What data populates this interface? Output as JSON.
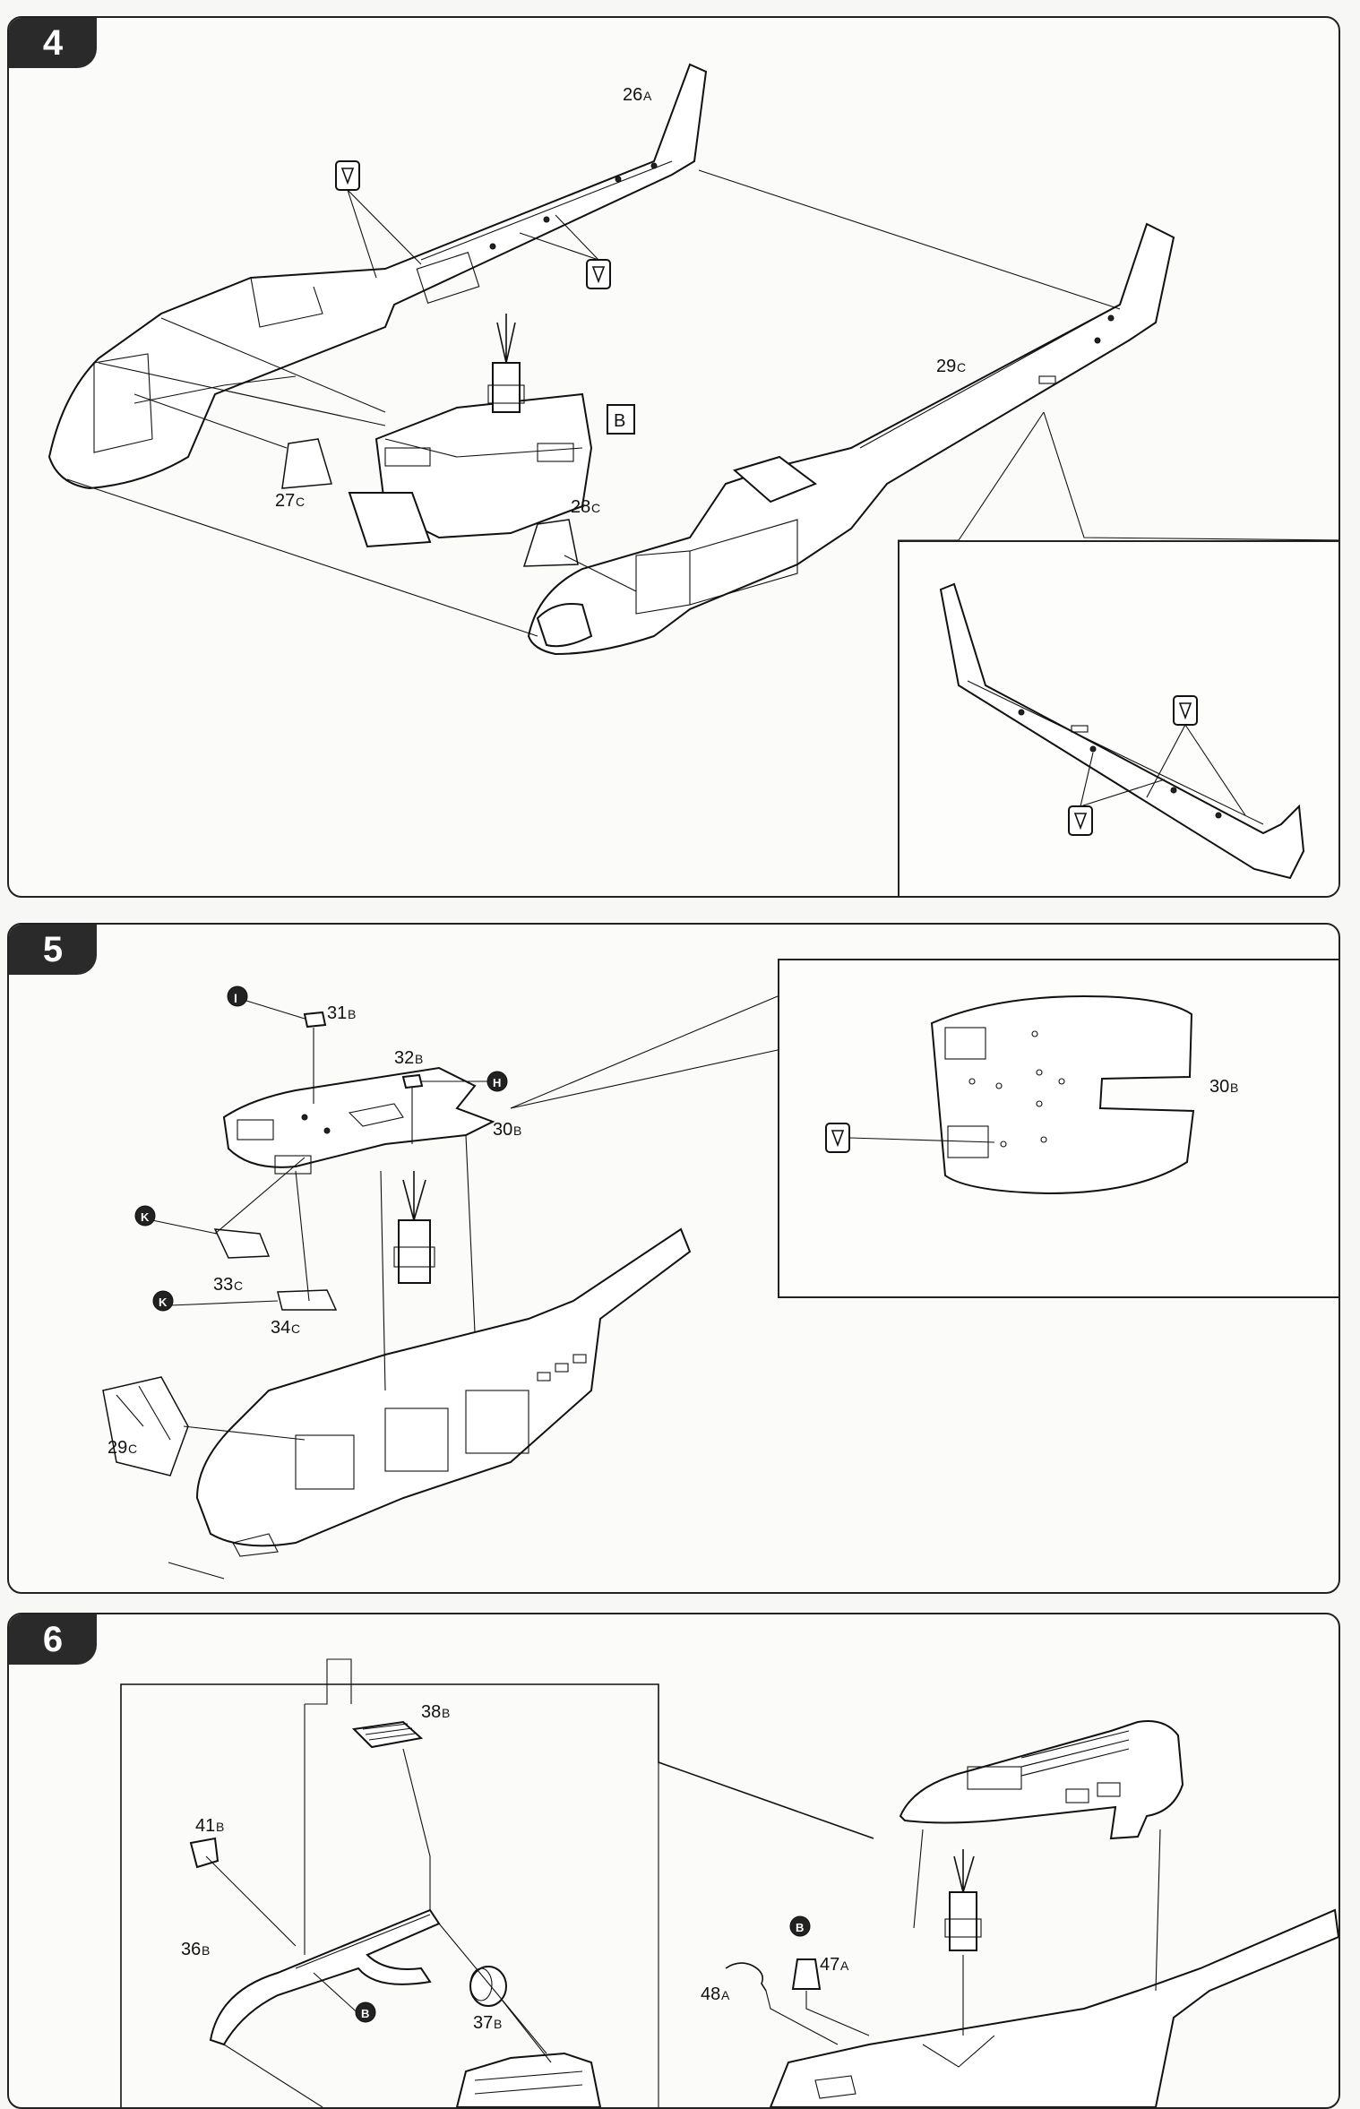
{
  "steps": [
    {
      "number": "4"
    },
    {
      "number": "5"
    },
    {
      "number": "6"
    }
  ],
  "step4": {
    "labels": {
      "p26": "26",
      "p26s": "A",
      "p29": "29",
      "p29s": "C",
      "p27": "27",
      "p27s": "C",
      "p28": "28",
      "p28s": "C",
      "sub": "B"
    }
  },
  "step5": {
    "labels": {
      "p31": "31",
      "p31s": "B",
      "p32": "32",
      "p32s": "B",
      "p30": "30",
      "p30s": "B",
      "p33": "33",
      "p33s": "C",
      "p34": "34",
      "p34s": "C",
      "p29": "29",
      "p29s": "C",
      "p30i": "30",
      "p30is": "B"
    },
    "markers": {
      "i": "I",
      "h": "H",
      "k1": "K",
      "k2": "K"
    }
  },
  "step6": {
    "labels": {
      "p38": "38",
      "p38s": "B",
      "p41": "41",
      "p41s": "B",
      "p36": "36",
      "p36s": "B",
      "p37": "37",
      "p37s": "B",
      "p47": "47",
      "p47s": "A",
      "p48": "48",
      "p48s": "A"
    },
    "markers": {
      "b1": "B",
      "b2": "B"
    }
  },
  "icons": [
    "glue-icon",
    "parts-marker-icon"
  ]
}
